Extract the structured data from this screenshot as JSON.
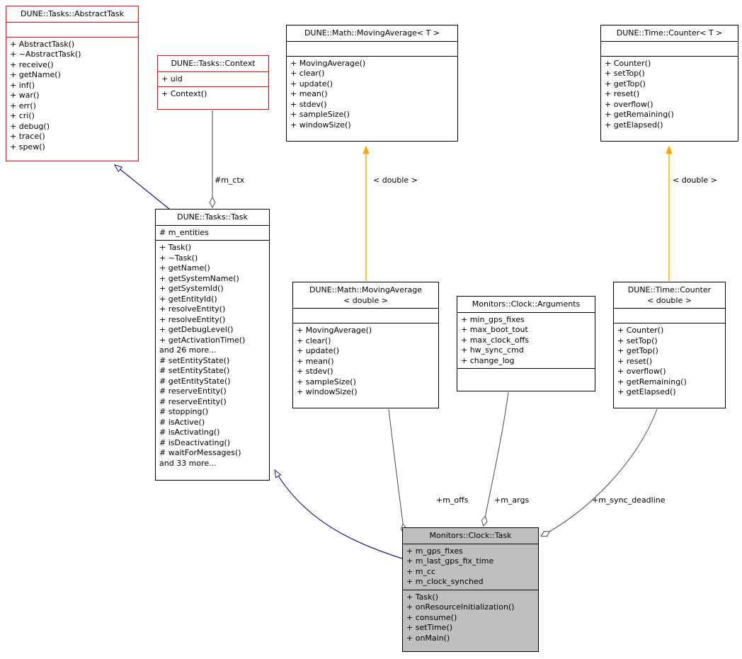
{
  "classes": {
    "abstract_task": {
      "title": "DUNE::Tasks::AbstractTask",
      "attrs": [],
      "methods": [
        "+ AbstractTask()",
        "+ ~AbstractTask()",
        "+ receive()",
        "+ getName()",
        "+ inf()",
        "+ war()",
        "+ err()",
        "+ cri()",
        "+ debug()",
        "+ trace()",
        "+ spew()"
      ]
    },
    "context": {
      "title": "DUNE::Tasks::Context",
      "attrs": [
        "+ uid"
      ],
      "methods": [
        "+ Context()"
      ]
    },
    "moving_average_t": {
      "title": "DUNE::Math::MovingAverage< T >",
      "attrs": [],
      "methods": [
        "+ MovingAverage()",
        "+ clear()",
        "+ update()",
        "+ mean()",
        "+ stdev()",
        "+ sampleSize()",
        "+ windowSize()"
      ]
    },
    "counter_t": {
      "title": "DUNE::Time::Counter< T >",
      "attrs": [],
      "methods": [
        "+ Counter()",
        "+ setTop()",
        "+ getTop()",
        "+ reset()",
        "+ overflow()",
        "+ getRemaining()",
        "+ getElapsed()"
      ]
    },
    "task": {
      "title": "DUNE::Tasks::Task",
      "attrs": [
        "# m_entities"
      ],
      "methods": [
        "+ Task()",
        "+ ~Task()",
        "+ getName()",
        "+ getSystemName()",
        "+ getSystemId()",
        "+ getEntityId()",
        "+ resolveEntity()",
        "+ resolveEntity()",
        "+ getDebugLevel()",
        "+ getActivationTime()",
        "and 26 more...",
        "# setEntityState()",
        "# setEntityState()",
        "# getEntityState()",
        "# reserveEntity()",
        "# reserveEntity()",
        "# stopping()",
        "# isActive()",
        "# isActivating()",
        "# isDeactivating()",
        "# waitForMessages()",
        "and 33 more..."
      ]
    },
    "moving_average_double": {
      "title": "DUNE::Math::MovingAverage\n< double >",
      "attrs": [],
      "methods": [
        "+ MovingAverage()",
        "+ clear()",
        "+ update()",
        "+ mean()",
        "+ stdev()",
        "+ sampleSize()",
        "+ windowSize()"
      ]
    },
    "arguments": {
      "title": "Monitors::Clock::Arguments",
      "attrs": [
        "+ min_gps_fixes",
        "+ max_boot_tout",
        "+ max_clock_offs",
        "+ hw_sync_cmd",
        "+ change_log"
      ],
      "methods": []
    },
    "counter_double": {
      "title": "DUNE::Time::Counter\n< double >",
      "attrs": [],
      "methods": [
        "+ Counter()",
        "+ setTop()",
        "+ getTop()",
        "+ reset()",
        "+ overflow()",
        "+ getRemaining()",
        "+ getElapsed()"
      ]
    },
    "clock_task": {
      "title": "Monitors::Clock::Task",
      "attrs": [
        "+ m_gps_fixes",
        "+ m_last_gps_fix_time",
        "+ m_cc",
        "+ m_clock_synched"
      ],
      "methods": [
        "+ Task()",
        "+ onResourceInitialization()",
        "+ consume()",
        "+ setTime()",
        "+ onMain()"
      ]
    }
  },
  "edge_labels": {
    "m_ctx": "#m_ctx",
    "m_offs": "+m_offs",
    "m_args": "+m_args",
    "m_sync_deadline": "+m_sync_deadline",
    "template_moving_average": "< double >",
    "template_counter": "< double >"
  },
  "colors": {
    "class_border": "#000000",
    "highlight_border": "#ff0000",
    "inheritance_edge": "#191970",
    "template_edge": "#ffa500",
    "member_edge": "#4a4a4a",
    "current_class_bg": "#bfbfbf"
  }
}
